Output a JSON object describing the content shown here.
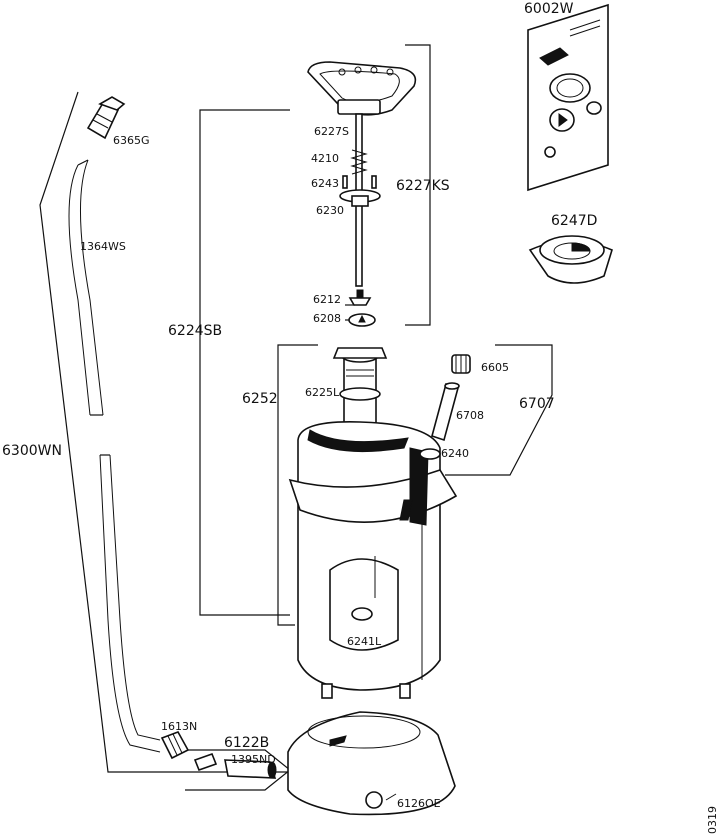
{
  "labels": {
    "p6002W": "6002W",
    "p6247D": "6247D",
    "p6365G": "6365G",
    "p1364WS": "1364WS",
    "p6300WN": "6300WN",
    "p6224SB": "6224SB",
    "p6227S": "6227S",
    "p4210": "4210",
    "p6243": "6243",
    "p6230": "6230",
    "p6227KS": "6227KS",
    "p6212": "6212",
    "p6208": "6208",
    "p6252": "6252",
    "p6225L": "6225L",
    "p6605": "6605",
    "p6708": "6708",
    "p6707": "6707",
    "p6240": "6240",
    "p6241L": "6241L",
    "p1613N": "1613N",
    "p6122B": "6122B",
    "p1395ND": "1395ND",
    "p6126OE": "6126OE",
    "code": "0319"
  },
  "colors": {
    "line": "#111111",
    "fill": "#ffffff",
    "shade": "#111111"
  }
}
